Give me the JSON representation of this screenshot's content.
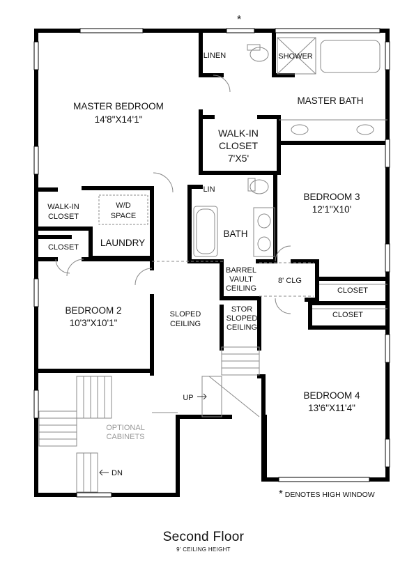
{
  "plan": {
    "title": "Second Floor",
    "subtitle": "9' CEILING HEIGHT",
    "legend": {
      "symbol": "*",
      "text": "DENOTES HIGH WINDOW"
    },
    "top_marker": "*"
  },
  "rooms": {
    "master_bedroom": {
      "name": "MASTER BEDROOM",
      "size": "14'8\"X14'1\""
    },
    "linen": "LINEN",
    "shower": "SHOWER",
    "master_bath": "MASTER BATH",
    "walk_in_closet_master": {
      "line1": "WALK-IN",
      "line2": "CLOSET",
      "size": "7'X5'"
    },
    "lin": "LIN",
    "bath": "BATH",
    "walk_in_closet": {
      "line1": "WALK-IN",
      "line2": "CLOSET"
    },
    "wd_space": {
      "line1": "W/D",
      "line2": "SPACE"
    },
    "laundry": "LAUNDRY",
    "closet_left": "CLOSET",
    "bedroom3": {
      "name": "BEDROOM 3",
      "size": "12'1\"X10'"
    },
    "barrel_vault": {
      "line1": "BARREL",
      "line2": "VAULT",
      "line3": "CEILING"
    },
    "clg8": "8' CLG",
    "closet_b3": "CLOSET",
    "closet_b4": "CLOSET",
    "bedroom2": {
      "name": "BEDROOM 2",
      "size": "10'3\"X10'1\""
    },
    "sloped_ceiling": {
      "line1": "SLOPED",
      "line2": "CEILING"
    },
    "stor_sloped": {
      "line1": "STOR",
      "line2": "SLOPED",
      "line3": "CEILING"
    },
    "up": "UP",
    "dn": "DN",
    "optional_cabinets": {
      "line1": "OPTIONAL",
      "line2": "CABINETS"
    },
    "bedroom4": {
      "name": "BEDROOM 4",
      "size": "13'6\"X11'4\""
    }
  }
}
